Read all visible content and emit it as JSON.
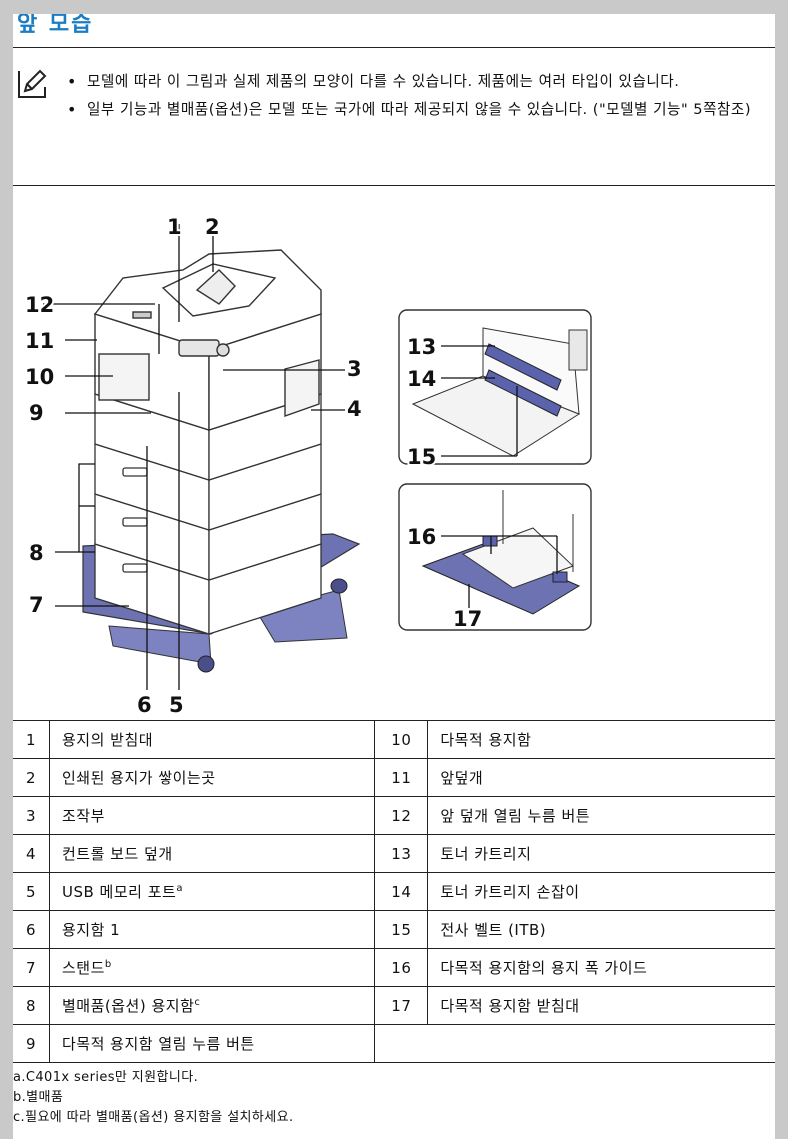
{
  "title": "앞 모습",
  "notes": [
    "모델에 따라 이 그림과 실제 제품의 모양이 다를 수 있습니다. 제품에는 여러 타입이 있습니다.",
    "일부 기능과 별매품(옵션)은 모델 또는 국가에 따라 제공되지 않을 수 있습니다. (\"모델별 기능\" 5쪽참조)"
  ],
  "callouts": [
    "1",
    "2",
    "3",
    "4",
    "5",
    "6",
    "7",
    "8",
    "9",
    "10",
    "11",
    "12",
    "13",
    "14",
    "15",
    "16",
    "17"
  ],
  "parts": [
    {
      "num": "1",
      "label": "용지의 받침대",
      "sup": ""
    },
    {
      "num": "2",
      "label": "인쇄된 용지가 쌓이는곳",
      "sup": ""
    },
    {
      "num": "3",
      "label": "조작부",
      "sup": ""
    },
    {
      "num": "4",
      "label": "컨트롤 보드 덮개",
      "sup": ""
    },
    {
      "num": "5",
      "label": "USB 메모리 포트",
      "sup": "a"
    },
    {
      "num": "6",
      "label": "용지함 1",
      "sup": ""
    },
    {
      "num": "7",
      "label": "스탠드",
      "sup": "b"
    },
    {
      "num": "8",
      "label": "별매품(옵션) 용지함",
      "sup": "c"
    },
    {
      "num": "9",
      "label": "다목적 용지함 열림 누름 버튼",
      "sup": ""
    },
    {
      "num": "10",
      "label": "다목적 용지함",
      "sup": ""
    },
    {
      "num": "11",
      "label": "앞덮개",
      "sup": ""
    },
    {
      "num": "12",
      "label": "앞 덮개 열림 누름 버튼",
      "sup": ""
    },
    {
      "num": "13",
      "label": "토너 카트리지",
      "sup": ""
    },
    {
      "num": "14",
      "label": "토너 카트리지 손잡이",
      "sup": ""
    },
    {
      "num": "15",
      "label": "전사 벨트 (ITB)",
      "sup": ""
    },
    {
      "num": "16",
      "label": "다목적 용지함의 용지 폭 가이드",
      "sup": ""
    },
    {
      "num": "17",
      "label": "다목적 용지함 받침대",
      "sup": ""
    }
  ],
  "footnotes": [
    "a.C401x series만 지원합니다.",
    "b.별매품",
    "c.필요에 따라 별매품(옵션) 용지함을 설치하세요."
  ],
  "colors": {
    "title": "#1a7dc4",
    "stand": "#6d72b2",
    "toner": "#5b63ad"
  },
  "icons": {
    "note": "note-pencil-icon"
  }
}
